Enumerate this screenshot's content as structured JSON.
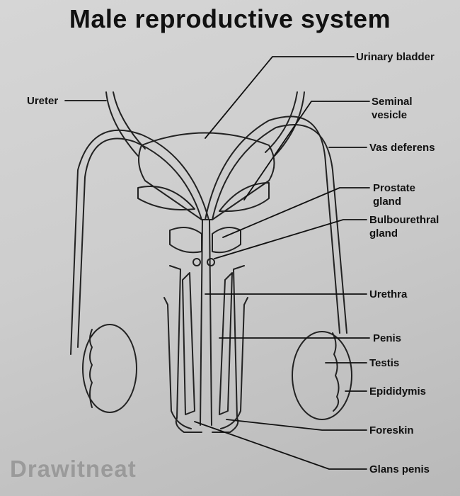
{
  "title": "Male reproductive system",
  "labels": {
    "ureter": "Ureter",
    "urinary_bladder": "Urinary bladder",
    "seminal_vesicle_1": "Seminal",
    "seminal_vesicle_2": "vesicle",
    "vas_deferens": "Vas deferens",
    "prostate_1": "Prostate",
    "prostate_2": "gland",
    "bulbourethral_1": "Bulbourethral",
    "bulbourethral_2": "gland",
    "urethra": "Urethra",
    "penis": "Penis",
    "testis": "Testis",
    "epididymis": "Epididymis",
    "foreskin": "Foreskin",
    "glans_penis": "Glans penis"
  },
  "watermark": "Drawitneat"
}
